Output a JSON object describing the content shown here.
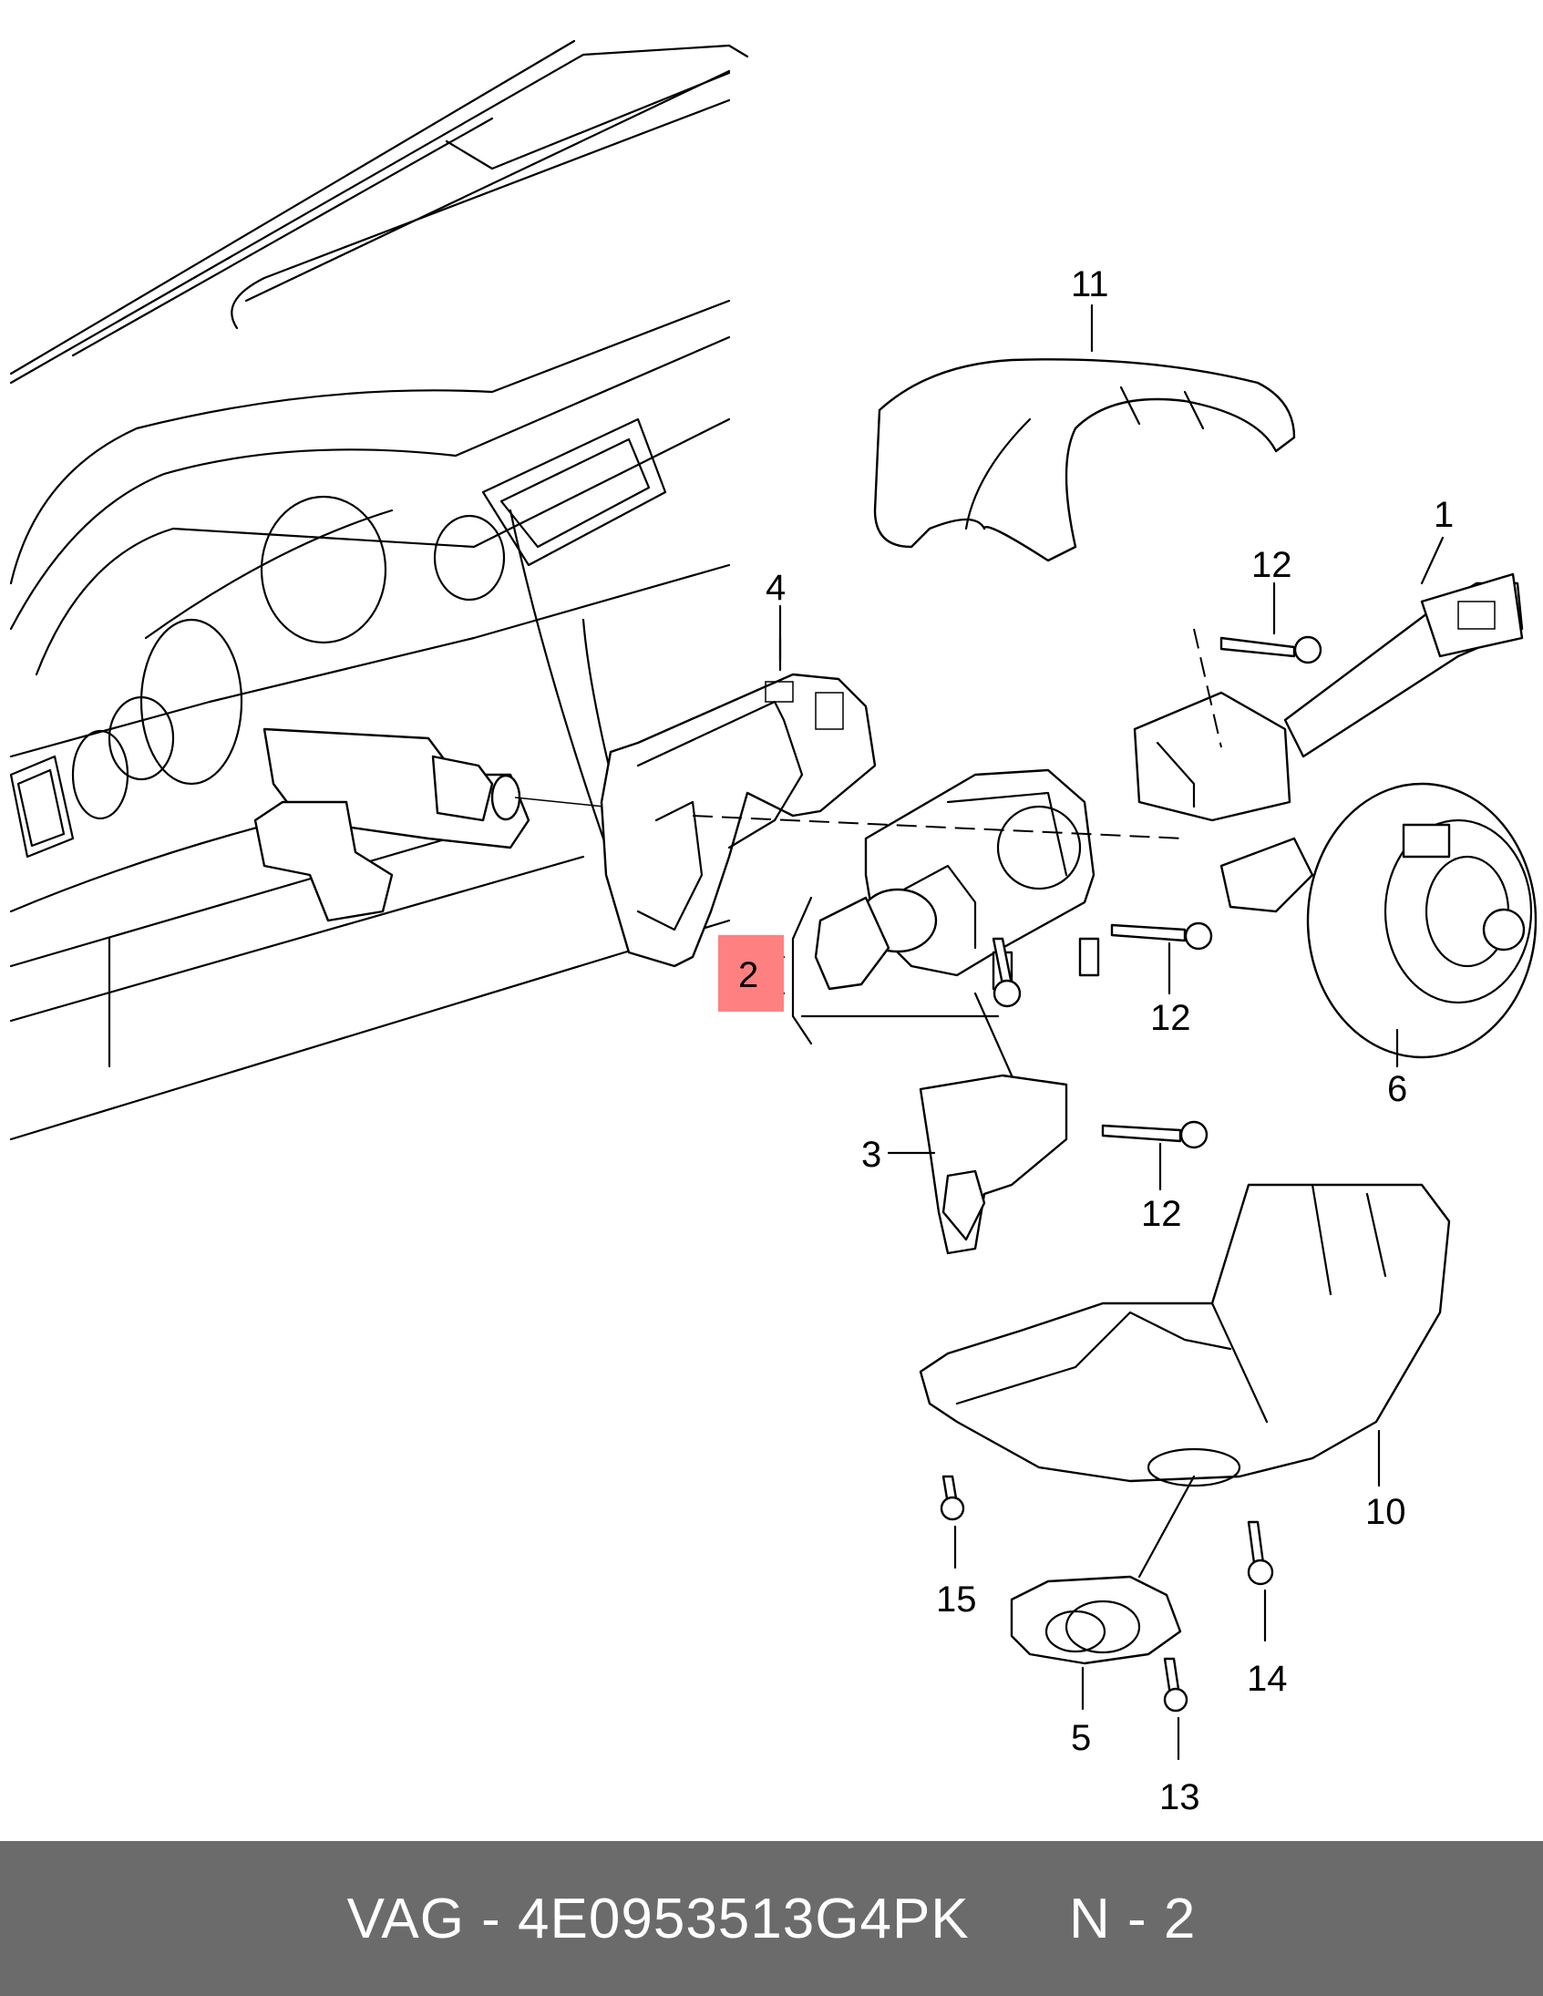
{
  "diagram": {
    "highlight_color": "#ff8080",
    "callouts": [
      {
        "id": "1",
        "label": "1"
      },
      {
        "id": "2",
        "label": "2",
        "highlighted": true
      },
      {
        "id": "3",
        "label": "3"
      },
      {
        "id": "4",
        "label": "4"
      },
      {
        "id": "5",
        "label": "5"
      },
      {
        "id": "6",
        "label": "6"
      },
      {
        "id": "10",
        "label": "10"
      },
      {
        "id": "11",
        "label": "11"
      },
      {
        "id": "12a",
        "label": "12"
      },
      {
        "id": "12b",
        "label": "12"
      },
      {
        "id": "12c",
        "label": "12"
      },
      {
        "id": "13",
        "label": "13"
      },
      {
        "id": "14",
        "label": "14"
      },
      {
        "id": "15",
        "label": "15"
      }
    ]
  },
  "footer": {
    "part_label": "VAG - 4E0953513G4PK",
    "position_label": "N - 2",
    "background": "#6b6b6b",
    "text_color": "#ffffff"
  }
}
